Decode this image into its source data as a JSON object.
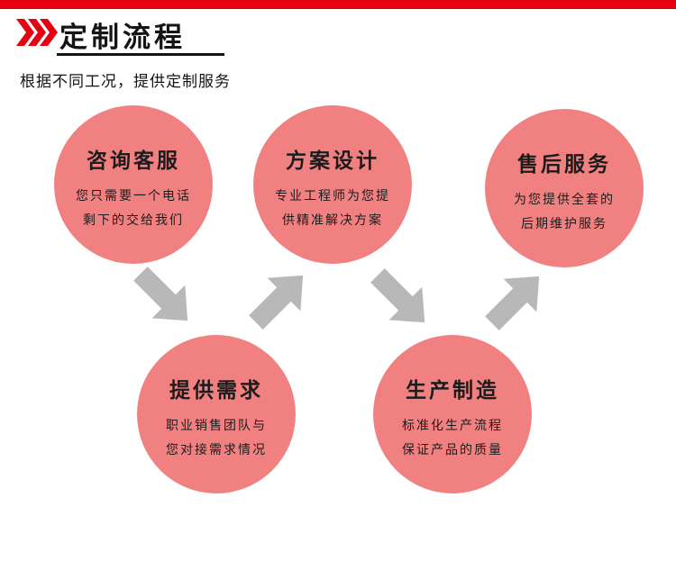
{
  "page": {
    "background": "#ffffff",
    "top_bar_color": "#e60012"
  },
  "header": {
    "title": "定制流程",
    "subtitle": "根据不同工况，提供定制服务",
    "chevron_icon": "triple-right-chevrons",
    "chevron_color": "#e60012",
    "underline_color": "#141414"
  },
  "flow": {
    "circle_color": "#f18181",
    "arrow_color": "#b8b8b8",
    "arrow_directions": [
      "down-right",
      "up-right",
      "down-right",
      "up-right"
    ],
    "steps": [
      {
        "title": "咨询客服",
        "lines": [
          "您只需要一个电话",
          "剩下的交给我们"
        ]
      },
      {
        "title": "方案设计",
        "lines": [
          "专业工程师为您提",
          "供精准解决方案"
        ]
      },
      {
        "title": "售后服务",
        "lines": [
          "为您提供全套的",
          "后期维护服务"
        ]
      },
      {
        "title": "提供需求",
        "lines": [
          "职业销售团队与",
          "您对接需求情况"
        ]
      },
      {
        "title": "生产制造",
        "lines": [
          "标准化生产流程",
          "保证产品的质量"
        ]
      }
    ]
  }
}
